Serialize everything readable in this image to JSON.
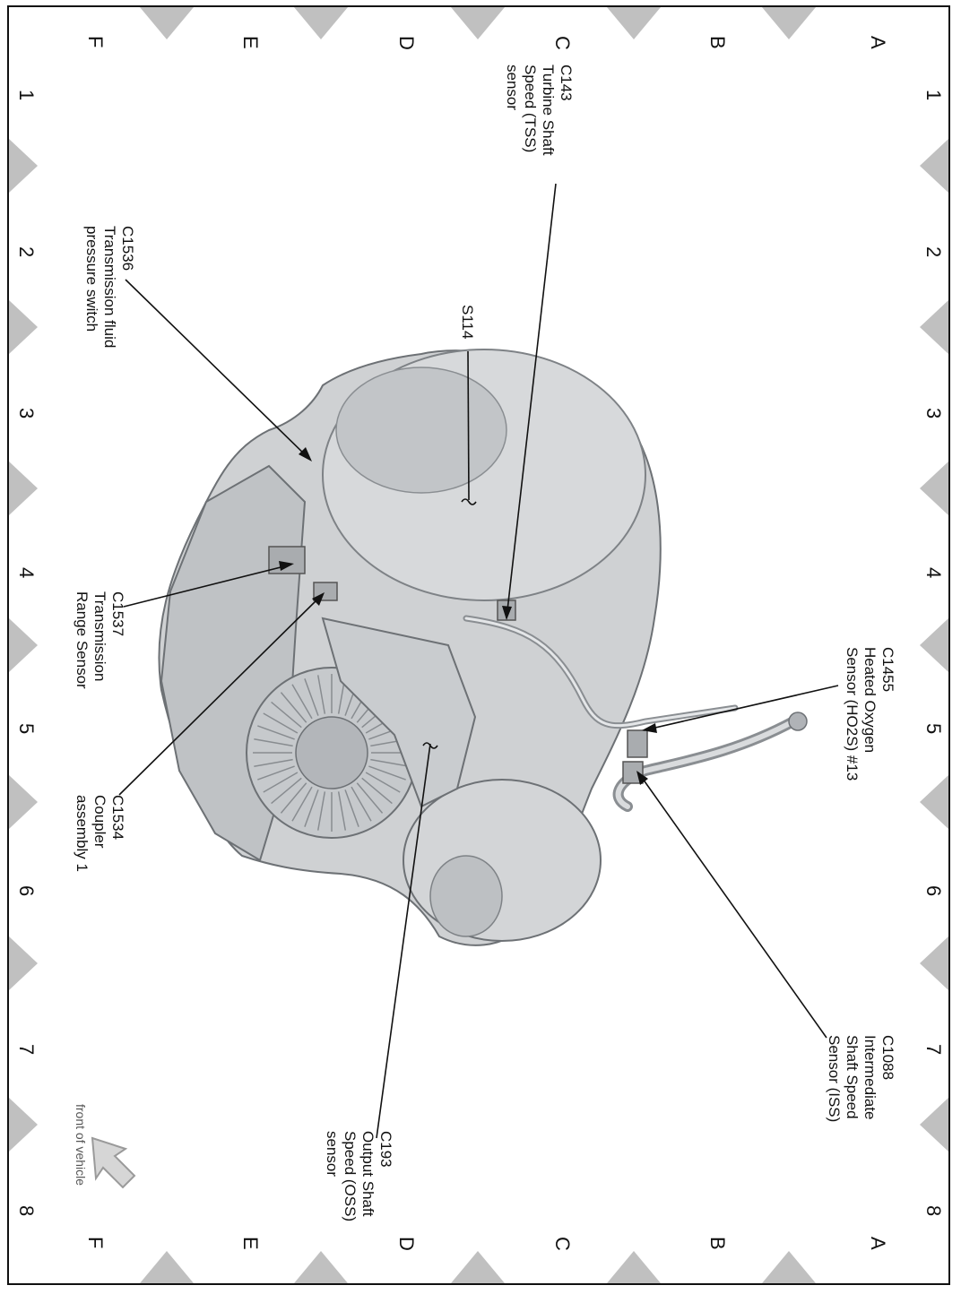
{
  "grid": {
    "letters": [
      "A",
      "B",
      "C",
      "D",
      "E",
      "F"
    ],
    "numbers": [
      "1",
      "2",
      "3",
      "4",
      "5",
      "6",
      "7",
      "8"
    ]
  },
  "callouts": {
    "c143": [
      "C143",
      "Turbine Shaft",
      "Speed (TSS)",
      "sensor"
    ],
    "c1536": [
      "C1536",
      "Transmission fluid",
      "pressure switch"
    ],
    "s114": [
      "S114"
    ],
    "c1537": [
      "C1537",
      "Transmission",
      "Range Sensor"
    ],
    "c1534": [
      "C1534",
      "Coupler",
      "assembly 1"
    ],
    "c193": [
      "C193",
      "Output Shaft",
      "Speed (OSS)",
      "sensor"
    ],
    "c1455": [
      "C1455",
      "Heated Oxygen",
      "Sensor (HO2S) #13"
    ],
    "c1088": [
      "C1088",
      "Intermediate",
      "Shaft Speed",
      "Sensor (ISS)"
    ]
  },
  "orientation": {
    "label": "front of vehicle",
    "icon": "arrow-icon"
  },
  "colors": {
    "tick": "#c0c0c0",
    "ink": "#111111",
    "body": "#cfd1d3",
    "shade": "#a9acaf",
    "dark": "#7e8286"
  }
}
